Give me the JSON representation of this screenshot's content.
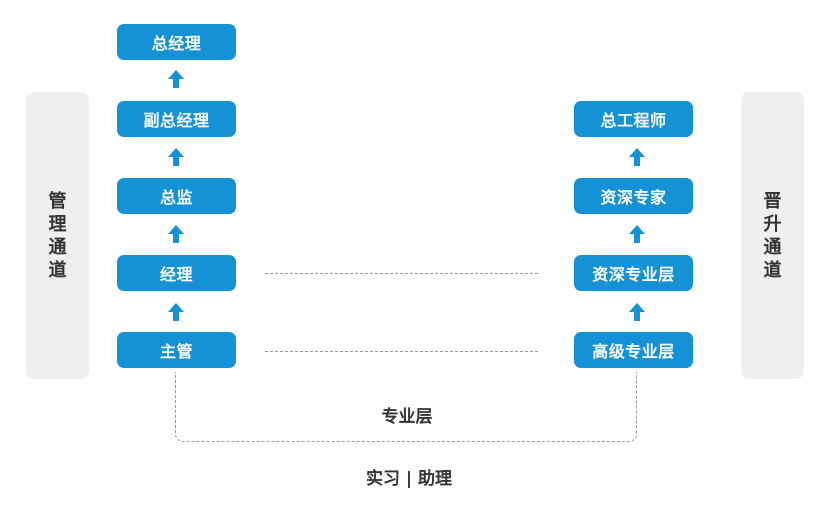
{
  "management": {
    "label": [
      "管",
      "理",
      "通",
      "道"
    ],
    "levels": [
      "总经理",
      "副总经理",
      "总监",
      "经理",
      "主管"
    ]
  },
  "promotion": {
    "label": [
      "晋",
      "升",
      "通",
      "道"
    ],
    "levels": [
      "总工程师",
      "资深专家",
      "资深专业层",
      "高级专业层"
    ]
  },
  "bottom": {
    "bracket_label": "专业层",
    "base_label": "实习 | 助理"
  },
  "colors": {
    "box": "#1592d6",
    "panel": "#efefef",
    "text": "#333333"
  }
}
